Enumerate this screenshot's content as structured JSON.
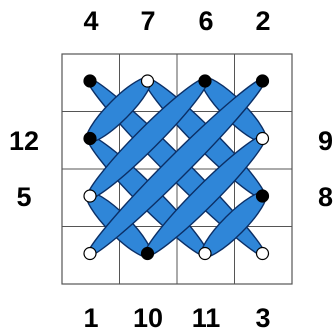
{
  "puzzle": {
    "grid_rows": 4,
    "grid_cols": 4,
    "top_numbers": [
      "4",
      "7",
      "6",
      "2"
    ],
    "bottom_numbers": [
      "1",
      "10",
      "11",
      "3"
    ],
    "left_numbers": [
      "12",
      "5"
    ],
    "right_numbers": [
      "9",
      "8"
    ],
    "dots": [
      {
        "col": 0,
        "row": 0,
        "filled": true
      },
      {
        "col": 1,
        "row": 0,
        "filled": false
      },
      {
        "col": 2,
        "row": 0,
        "filled": true
      },
      {
        "col": 3,
        "row": 0,
        "filled": true
      },
      {
        "col": 0,
        "row": 1,
        "filled": true
      },
      {
        "col": 3,
        "row": 1,
        "filled": false
      },
      {
        "col": 0,
        "row": 2,
        "filled": false
      },
      {
        "col": 3,
        "row": 2,
        "filled": true
      },
      {
        "col": 0,
        "row": 3,
        "filled": false
      },
      {
        "col": 1,
        "row": 3,
        "filled": true
      },
      {
        "col": 2,
        "row": 3,
        "filled": false
      },
      {
        "col": 3,
        "row": 3,
        "filled": false
      }
    ],
    "strands": [
      {
        "from": [
          0,
          0
        ],
        "to": [
          3,
          3
        ]
      },
      {
        "from": [
          1,
          0
        ],
        "to": [
          3,
          2
        ]
      },
      {
        "from": [
          0,
          1
        ],
        "to": [
          2,
          3
        ]
      },
      {
        "from": [
          2,
          0
        ],
        "to": [
          3,
          1
        ]
      },
      {
        "from": [
          0,
          2
        ],
        "to": [
          1,
          3
        ]
      },
      {
        "from": [
          3,
          0
        ],
        "to": [
          0,
          3
        ]
      },
      {
        "from": [
          2,
          0
        ],
        "to": [
          0,
          2
        ]
      },
      {
        "from": [
          1,
          0
        ],
        "to": [
          0,
          1
        ]
      },
      {
        "from": [
          3,
          1
        ],
        "to": [
          1,
          3
        ]
      },
      {
        "from": [
          3,
          2
        ],
        "to": [
          2,
          3
        ]
      }
    ],
    "colors": {
      "strand_fill": "#2f86d8",
      "strand_edge": "#0b2f66",
      "grid_line": "#555555",
      "dot_filled": "#000000",
      "dot_open": "#ffffff"
    }
  }
}
